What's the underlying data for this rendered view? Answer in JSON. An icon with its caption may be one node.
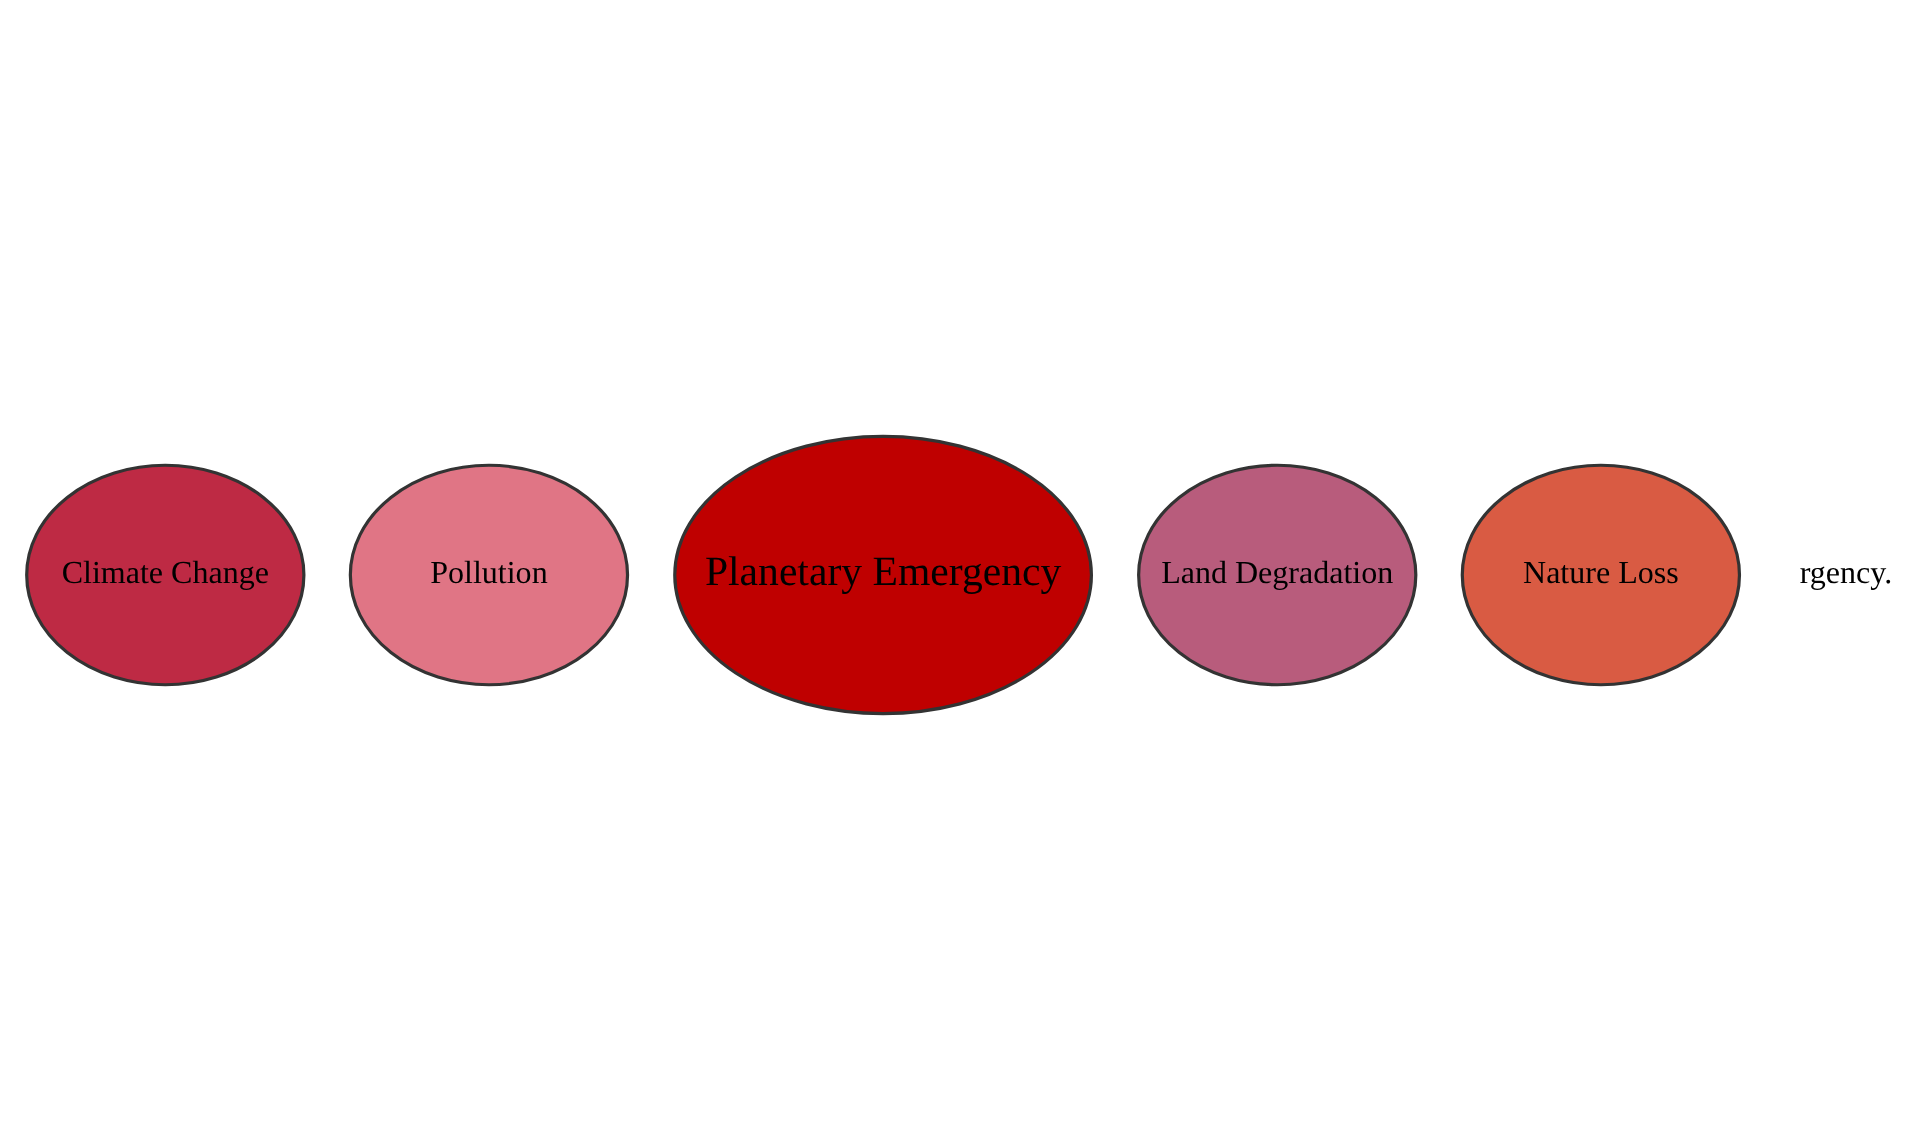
{
  "diagram": {
    "nodes": [
      {
        "text": [
          "Climate Change"
        ]
      },
      {
        "text": [
          "Pollution"
        ]
      },
      {
        "text": [
          "Planetary Emergency"
        ]
      },
      {
        "text": [
          "Land Degradation"
        ]
      },
      {
        "text": [
          "Nature Loss"
        ]
      }
    ],
    "edges": [],
    "labels": [
      "rgency."
    ]
  }
}
